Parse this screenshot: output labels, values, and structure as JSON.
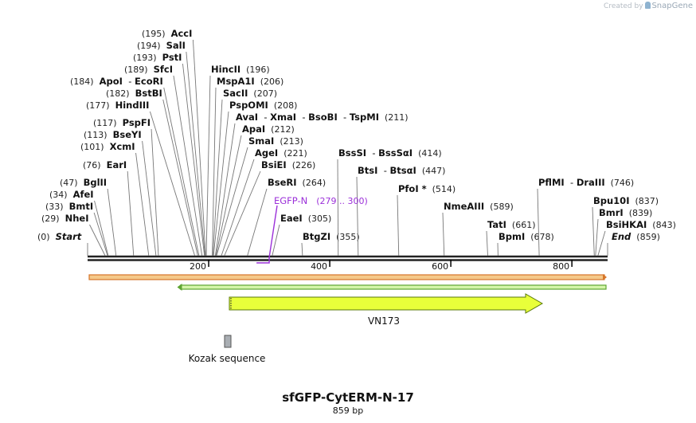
{
  "credit": {
    "prefix": "Created by",
    "brand": "SnapGene"
  },
  "plasmid": {
    "name": "sfGFP-CytERM-N-17",
    "length_label": "859 bp",
    "length": 859
  },
  "ruler": {
    "ticks": [
      {
        "value": 200,
        "label": "200"
      },
      {
        "value": 400,
        "label": "400"
      },
      {
        "value": 600,
        "label": "600"
      },
      {
        "value": 800,
        "label": "800"
      }
    ]
  },
  "sites": [
    {
      "pos": 0,
      "names": [
        {
          "text": "Start",
          "style": "italic"
        }
      ],
      "num": "(0)"
    },
    {
      "pos": 29,
      "names": [
        {
          "text": "NheI"
        }
      ],
      "num": "(29)"
    },
    {
      "pos": 33,
      "names": [
        {
          "text": "BmtI"
        }
      ],
      "num": "(33)"
    },
    {
      "pos": 34,
      "names": [
        {
          "text": "AfeI"
        }
      ],
      "num": "(34)"
    },
    {
      "pos": 47,
      "names": [
        {
          "text": "BglII"
        }
      ],
      "num": "(47)"
    },
    {
      "pos": 76,
      "names": [
        {
          "text": "EarI"
        }
      ],
      "num": "(76)"
    },
    {
      "pos": 101,
      "names": [
        {
          "text": "XcmI"
        }
      ],
      "num": "(101)"
    },
    {
      "pos": 113,
      "names": [
        {
          "text": "BseYI"
        }
      ],
      "num": "(113)"
    },
    {
      "pos": 117,
      "names": [
        {
          "text": "PspFI"
        }
      ],
      "num": "(117)"
    },
    {
      "pos": 177,
      "names": [
        {
          "text": "HindIII"
        }
      ],
      "num": "(177)"
    },
    {
      "pos": 182,
      "names": [
        {
          "text": "BstBI"
        }
      ],
      "num": "(182)"
    },
    {
      "pos": 184,
      "names": [
        {
          "text": "ApoI"
        },
        {
          "text": "EcoRI"
        }
      ],
      "num": "(184)"
    },
    {
      "pos": 189,
      "names": [
        {
          "text": "SfcI"
        }
      ],
      "num": "(189)"
    },
    {
      "pos": 193,
      "names": [
        {
          "text": "PstI"
        }
      ],
      "num": "(193)"
    },
    {
      "pos": 194,
      "names": [
        {
          "text": "SalI"
        }
      ],
      "num": "(194)"
    },
    {
      "pos": 195,
      "names": [
        {
          "text": "AccI"
        }
      ],
      "num": "(195)"
    },
    {
      "pos": 196,
      "names": [
        {
          "text": "HincII"
        }
      ],
      "num": "(196)"
    },
    {
      "pos": 206,
      "names": [
        {
          "text": "MspA1I"
        }
      ],
      "num": "(206)"
    },
    {
      "pos": 207,
      "names": [
        {
          "text": "SacII"
        }
      ],
      "num": "(207)"
    },
    {
      "pos": 208,
      "names": [
        {
          "text": "PspOMI"
        }
      ],
      "num": "(208)"
    },
    {
      "pos": 211,
      "names": [
        {
          "text": "AvaI"
        },
        {
          "text": "XmaI"
        },
        {
          "text": "BsoBI"
        },
        {
          "text": "TspMI"
        }
      ],
      "num": "(211)"
    },
    {
      "pos": 212,
      "names": [
        {
          "text": "ApaI"
        }
      ],
      "num": "(212)"
    },
    {
      "pos": 213,
      "names": [
        {
          "text": "SmaI"
        }
      ],
      "num": "(213)"
    },
    {
      "pos": 221,
      "names": [
        {
          "text": "AgeI"
        }
      ],
      "num": "(221)"
    },
    {
      "pos": 226,
      "names": [
        {
          "text": "BsiEI"
        }
      ],
      "num": "(226)"
    },
    {
      "pos": 264,
      "names": [
        {
          "text": "BseRI"
        }
      ],
      "num": "(264)"
    },
    {
      "pos": 305,
      "names": [
        {
          "text": "EaeI"
        }
      ],
      "num": "(305)"
    },
    {
      "pos": 355,
      "names": [
        {
          "text": "BtgZI"
        }
      ],
      "num": "(355)"
    },
    {
      "pos": 414,
      "names": [
        {
          "text": "BssSI"
        },
        {
          "text": "BssSαI"
        }
      ],
      "num": "(414)"
    },
    {
      "pos": 447,
      "names": [
        {
          "text": "BtsI"
        },
        {
          "text": "BtsαI"
        }
      ],
      "num": "(447)"
    },
    {
      "pos": 514,
      "names": [
        {
          "text": "PfoI *"
        }
      ],
      "num": "(514)"
    },
    {
      "pos": 589,
      "names": [
        {
          "text": "NmeAIII"
        }
      ],
      "num": "(589)"
    },
    {
      "pos": 661,
      "names": [
        {
          "text": "TatI"
        }
      ],
      "num": "(661)"
    },
    {
      "pos": 678,
      "names": [
        {
          "text": "BpmI"
        }
      ],
      "num": "(678)"
    },
    {
      "pos": 746,
      "names": [
        {
          "text": "PflMI"
        },
        {
          "text": "DraIII"
        }
      ],
      "num": "(746)"
    },
    {
      "pos": 837,
      "names": [
        {
          "text": "Bpu10I"
        }
      ],
      "num": "(837)"
    },
    {
      "pos": 839,
      "names": [
        {
          "text": "BmrI"
        }
      ],
      "num": "(839)"
    },
    {
      "pos": 843,
      "names": [
        {
          "text": "BsiHKAI"
        }
      ],
      "num": "(843)"
    },
    {
      "pos": 859,
      "names": [
        {
          "text": "End",
          "style": "italic"
        }
      ],
      "num": "(859)"
    }
  ],
  "primer": {
    "label": "EGFP-N",
    "range": "(279 .. 300)",
    "start": 279,
    "end": 300,
    "color": "#9b30d9"
  },
  "features": [
    {
      "name": "vector-span",
      "start": 0,
      "end": 859,
      "color": "#f5c98a",
      "border": "#d6762a",
      "type": "span-right"
    },
    {
      "name": "gfp-span",
      "start": 148,
      "end": 859,
      "color": "#d4f5a8",
      "border": "#5ea532",
      "type": "span-left"
    },
    {
      "name": "VN173",
      "label": "VN173",
      "start": 232,
      "end": 750,
      "color": "#e8ff3a",
      "border": "#5a7a0a",
      "type": "arrow-right"
    },
    {
      "name": "kozak",
      "label": "Kozak sequence",
      "start": 226,
      "end": 232,
      "color": "#a9aeb3",
      "border": "#555555",
      "type": "box"
    }
  ],
  "colors": {
    "backbone": "#222222",
    "text": "#111111",
    "number": "#222222"
  }
}
